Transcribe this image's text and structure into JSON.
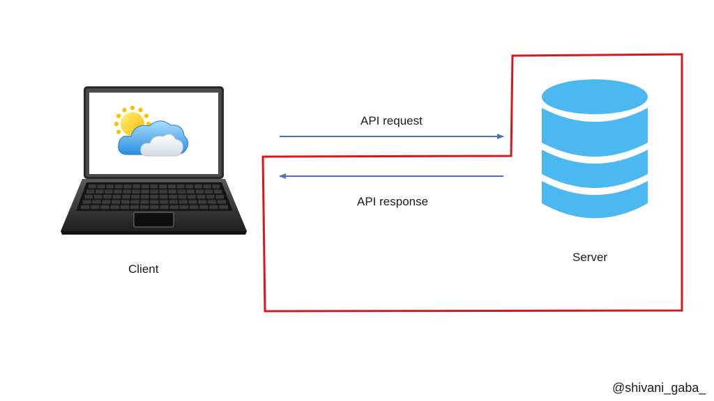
{
  "client": {
    "label": "Client",
    "screen_icon": "weather-sun-cloud-icon"
  },
  "server": {
    "label": "Server",
    "icon": "database-icon",
    "color": "#4cb8f0"
  },
  "arrows": {
    "request_label": "API request",
    "response_label": "API response",
    "color": "#4a72b8"
  },
  "server_boundary": {
    "color": "#d9161c"
  },
  "credit": "@shivani_gaba_"
}
